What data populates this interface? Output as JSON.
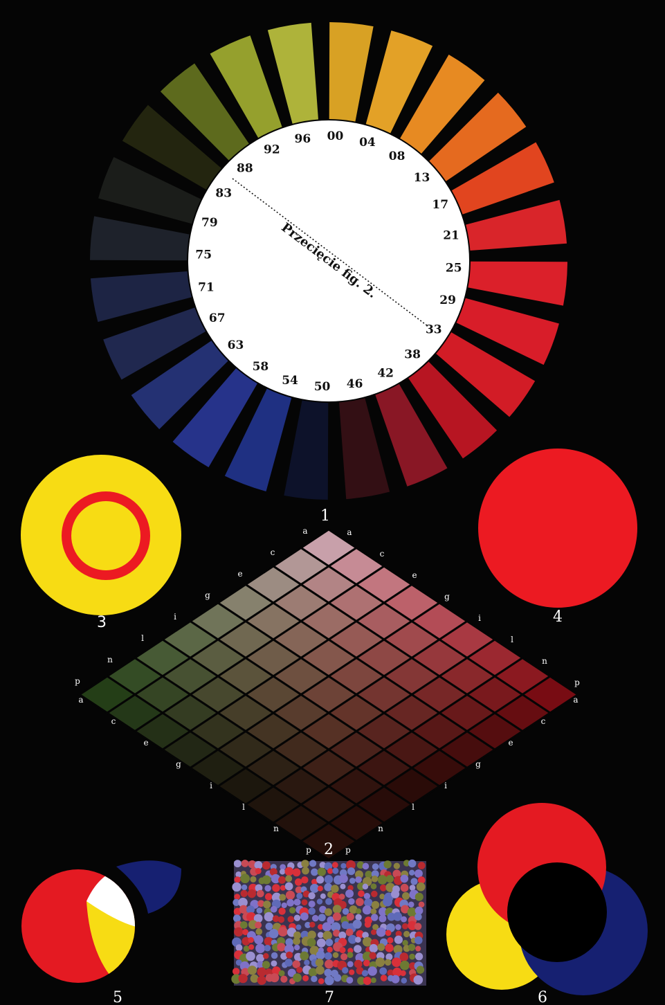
{
  "wheel": {
    "caption": "Przecięcie fig. 2.",
    "numbers": [
      "00",
      "04",
      "08",
      "13",
      "17",
      "21",
      "25",
      "29",
      "33",
      "38",
      "42",
      "46",
      "50",
      "54",
      "58",
      "63",
      "67",
      "71",
      "75",
      "79",
      "83",
      "88",
      "92",
      "96"
    ],
    "segment_colors": [
      "#d8a124",
      "#e3a127",
      "#e78a22",
      "#e56a1f",
      "#e1451f",
      "#d9252a",
      "#db202a",
      "#d81d29",
      "#d21c26",
      "#b71522",
      "#891725",
      "#5a1720",
      "#1d2b70",
      "#1f3082",
      "#26338a",
      "#243173",
      "#20284f",
      "#1d2444",
      "#1e222b",
      "#1b1d1a",
      "#23250f",
      "#5d6a1d",
      "#95a02d",
      "#aeb33a"
    ]
  },
  "fig_labels": {
    "f1": "1",
    "f2": "2",
    "f3": "3",
    "f4": "4",
    "f5": "5",
    "f6": "6",
    "f7": "7"
  },
  "grid": {
    "letters": [
      "a",
      "c",
      "e",
      "g",
      "i",
      "l",
      "n",
      "p"
    ]
  },
  "colors": {
    "yellow": "#f7dc14",
    "red": "#ec1825",
    "blue": "#162071",
    "white": "#ffffff",
    "black": "#000000"
  }
}
